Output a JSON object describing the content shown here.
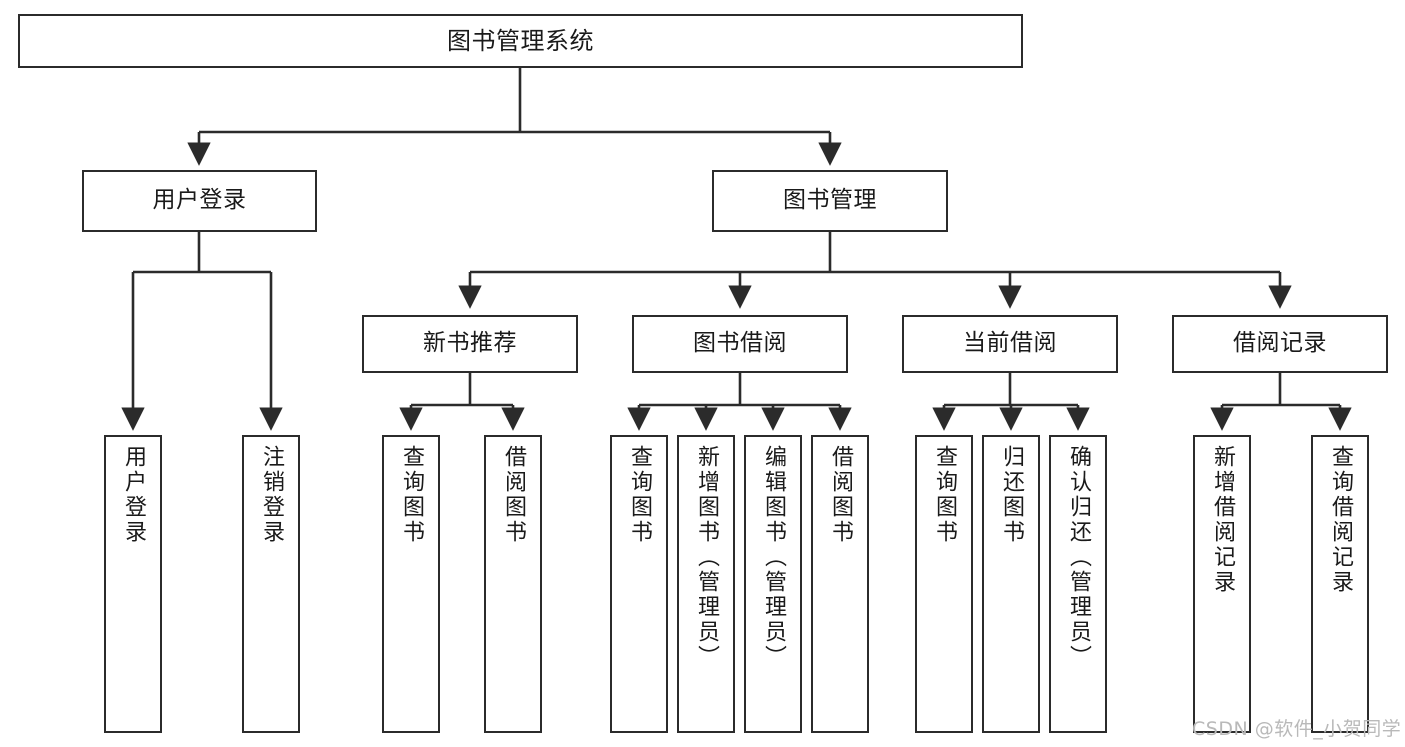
{
  "diagram": {
    "title": "图书管理系统",
    "watermark": "CSDN @软件_小贺同学",
    "colors": {
      "stroke": "#2b2b2b",
      "fill": "#ffffff",
      "text": "#1a1a1a",
      "watermark": "#b9b9b9"
    },
    "nodes": {
      "root": {
        "label": "图书管理系统"
      },
      "level2": [
        {
          "id": "user-login",
          "label": "用户登录"
        },
        {
          "id": "book-manage",
          "label": "图书管理"
        }
      ],
      "level3": [
        {
          "id": "new-book-rec",
          "label": "新书推荐"
        },
        {
          "id": "book-borrow",
          "label": "图书借阅"
        },
        {
          "id": "current-borrow",
          "label": "当前借阅"
        },
        {
          "id": "borrow-record",
          "label": "借阅记录"
        }
      ],
      "leaves": {
        "user-login": [
          {
            "id": "leaf-user-login",
            "label": "用户登录"
          },
          {
            "id": "leaf-logout",
            "label": "注销登录"
          }
        ],
        "new-book-rec": [
          {
            "id": "leaf-query-book-1",
            "label": "查询图书"
          },
          {
            "id": "leaf-borrow-book-1",
            "label": "借阅图书"
          }
        ],
        "book-borrow": [
          {
            "id": "leaf-query-book-2",
            "label": "查询图书"
          },
          {
            "id": "leaf-add-book",
            "label": "新增图书（管理员）"
          },
          {
            "id": "leaf-edit-book",
            "label": "编辑图书（管理员）"
          },
          {
            "id": "leaf-borrow-book-2",
            "label": "借阅图书"
          }
        ],
        "current-borrow": [
          {
            "id": "leaf-query-book-3",
            "label": "查询图书"
          },
          {
            "id": "leaf-return-book",
            "label": "归还图书"
          },
          {
            "id": "leaf-confirm-return",
            "label": "确认归还（管理员）"
          }
        ],
        "borrow-record": [
          {
            "id": "leaf-add-record",
            "label": "新增借阅记录"
          },
          {
            "id": "leaf-query-record",
            "label": "查询借阅记录"
          }
        ]
      }
    }
  }
}
